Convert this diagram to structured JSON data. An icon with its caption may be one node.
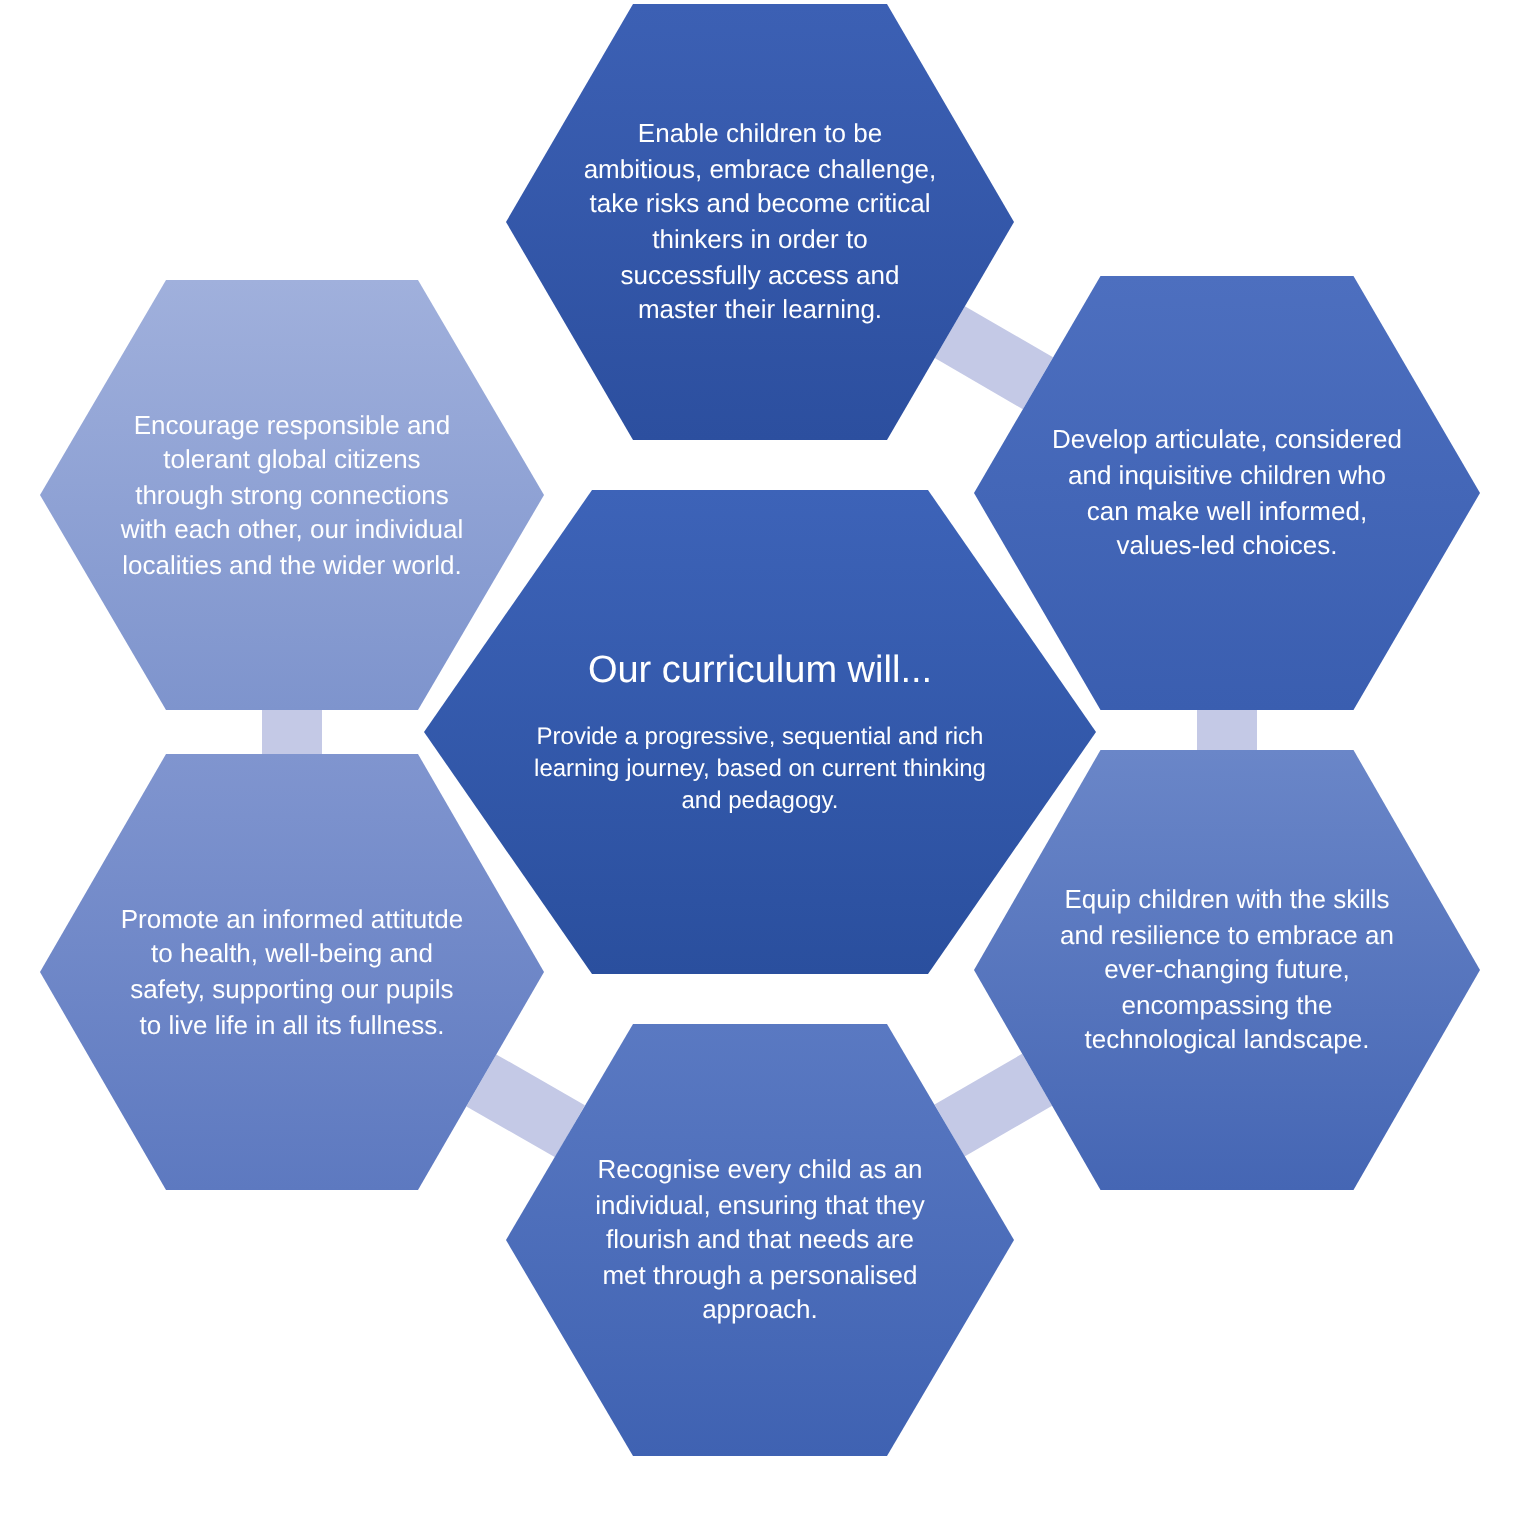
{
  "diagram": {
    "nodes": [
      {
        "text": [
          "Our curriculum will...",
          "Provide a progressive, sequential and rich learning journey, based on current thinking and pedagogy."
        ]
      },
      {
        "text": [
          "Enable children to be ambitious, embrace challenge, take risks and become critical thinkers in order to successfully access and master their learning."
        ]
      },
      {
        "text": [
          "Develop articulate, considered and inquisitive children who can make well informed, values-led choices."
        ]
      },
      {
        "text": [
          "Equip children with the skills and resilience to embrace an ever-changing future, encompassing the technological landscape."
        ]
      },
      {
        "text": [
          "Recognise every child as an individual, ensuring that they flourish and that needs are met through a personalised approach."
        ]
      },
      {
        "text": [
          "Promote an informed attitutde to health, well-being and safety, supporting our pupils to live life in all its fullness."
        ]
      },
      {
        "text": [
          "Encourage responsible and tolerant global citizens through strong connections with each other, our individual localities and the wider world."
        ]
      }
    ],
    "edges": [
      {
        "from": 1,
        "to": 2,
        "arrow": "none"
      },
      {
        "from": 2,
        "to": 3,
        "arrow": "none"
      },
      {
        "from": 3,
        "to": 4,
        "arrow": "none"
      },
      {
        "from": 4,
        "to": 5,
        "arrow": "none"
      },
      {
        "from": 5,
        "to": 6,
        "arrow": "none"
      }
    ]
  }
}
